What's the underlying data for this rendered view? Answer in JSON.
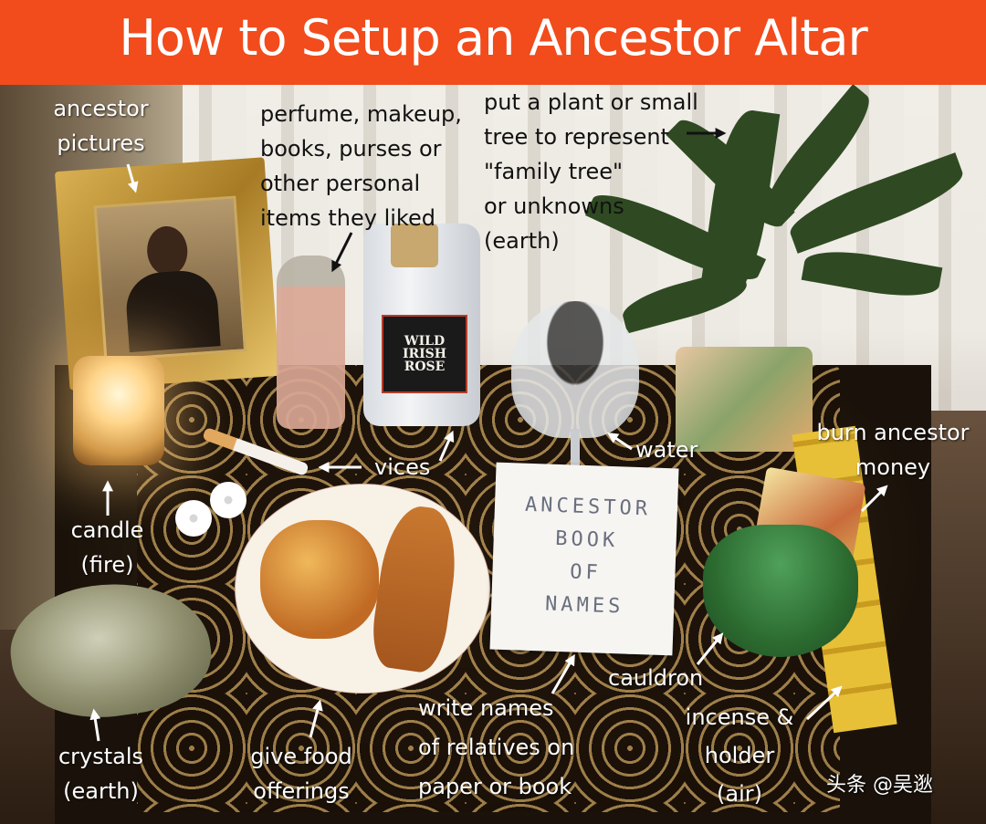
{
  "banner": {
    "title": "How to Setup an Ancestor Altar"
  },
  "labels": {
    "pictures": [
      "ancestor",
      "pictures"
    ],
    "items": [
      "perfume, makeup,",
      "books, purses or",
      "other personal",
      "items they liked"
    ],
    "plant": [
      "put a plant or small",
      "tree to represent",
      "\"family tree\"",
      "or unknowns",
      "(earth)"
    ],
    "vices": "vices",
    "water": "water",
    "money": [
      "burn ancestor",
      "money"
    ],
    "candle": [
      "candle",
      "(fire)"
    ],
    "crystals": [
      "crystals",
      "(earth)"
    ],
    "food": [
      "give food",
      "offerings"
    ],
    "names": [
      "write names",
      "of relatives on",
      "paper or book"
    ],
    "cauldron": "cauldron",
    "incense": [
      "incense &",
      "holder",
      "(air)"
    ]
  },
  "bottle_label": [
    "WILD",
    "IRISH",
    "ROSE"
  ],
  "paper_text": [
    "ANCESTOR",
    "BOOK",
    "OF",
    "NAMES"
  ],
  "watermark": "头条 @吴逖",
  "colors": {
    "banner": "#f24b1c",
    "label_light": "#ffffff",
    "label_dark": "#111111"
  }
}
